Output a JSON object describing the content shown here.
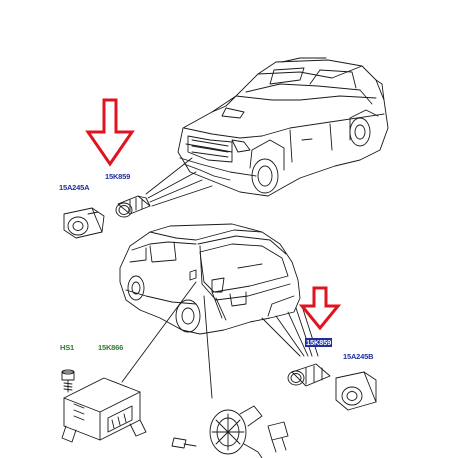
{
  "callouts": {
    "upper_sensor": "15K859",
    "upper_bracket": "15A245A",
    "lower_sensor": "15K859",
    "lower_bracket": "15A245B",
    "screw": "HS1",
    "control_module": "15K866"
  },
  "colors": {
    "arrow": "#e0141e",
    "callout_blue": "#1d2f9e",
    "callout_green": "#2e7d32",
    "line_art": "#1a1a1a"
  }
}
